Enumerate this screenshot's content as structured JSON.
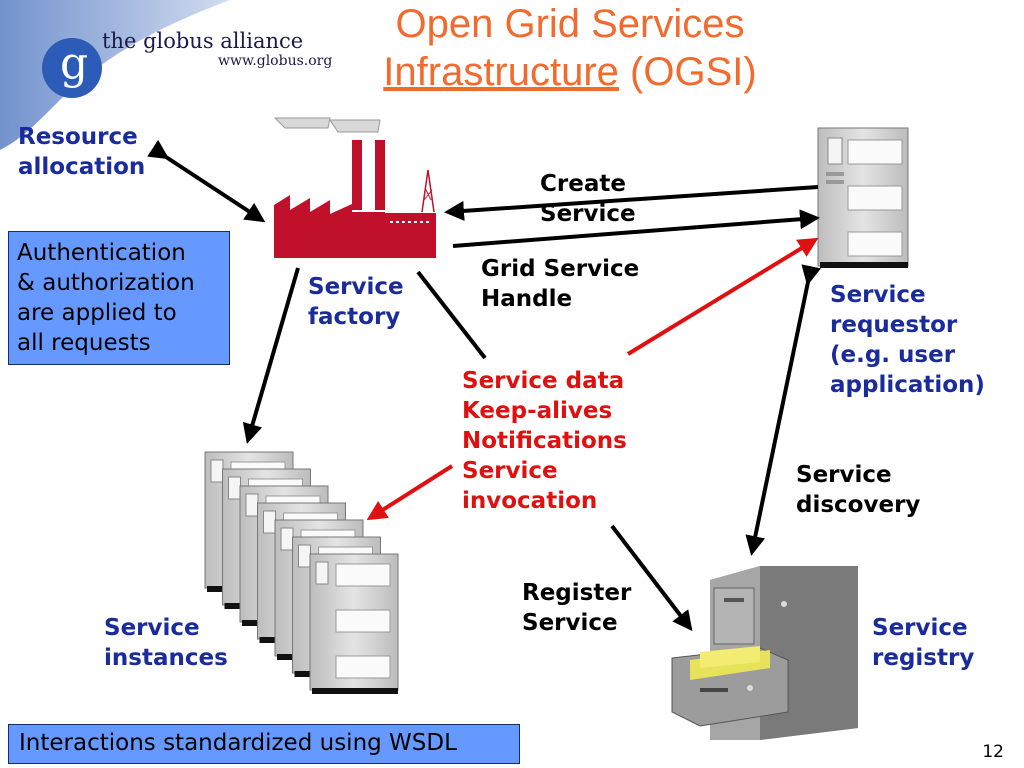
{
  "title": {
    "line1": "Open Grid Services",
    "line2_underlined": "Infrastructure",
    "line2_rest": " (OGSI)"
  },
  "logo": {
    "name": "the globus alliance",
    "url": "www.globus.org",
    "letter": "g"
  },
  "labels": {
    "resource_allocation": [
      "Resource",
      "allocation"
    ],
    "service_factory": [
      "Service",
      "factory"
    ],
    "create_service": [
      "Create",
      "Service"
    ],
    "grid_service_handle": [
      "Grid Service",
      "Handle"
    ],
    "service_requestor": [
      "Service",
      "requestor",
      "(e.g. user",
      "application)"
    ],
    "service_data": [
      "Service data",
      "Keep-alives",
      "Notifications",
      "Service",
      "invocation"
    ],
    "service_discovery": [
      "Service",
      "discovery"
    ],
    "register_service": [
      "Register",
      "Service"
    ],
    "service_instances": [
      "Service",
      "instances"
    ],
    "service_registry": [
      "Service",
      "registry"
    ]
  },
  "auth_box": [
    "Authentication",
    "& authorization",
    "are applied to",
    "all requests"
  ],
  "footer_box": "Interactions standardized using WSDL",
  "slide_number": "12",
  "colors": {
    "title": "#f26a2e",
    "label_blue": "#1a2b9c",
    "factory": "#c0102a",
    "box_blue": "#6699ff",
    "arrow_red": "#e01010"
  }
}
